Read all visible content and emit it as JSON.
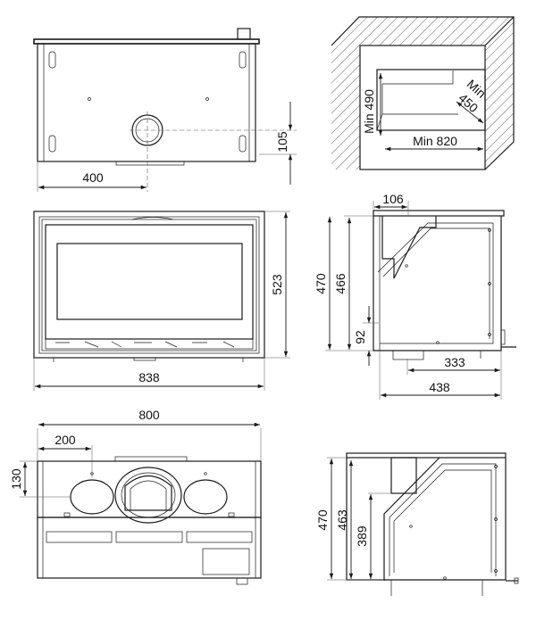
{
  "dimensions": {
    "top_width": "400",
    "top_depth": "105",
    "front_height": "523",
    "front_width": "838",
    "side_depth_top": "106",
    "side_height_outer": "470",
    "side_height_inner": "466",
    "side_base": "92",
    "side_depth_inner": "333",
    "side_depth_total": "438",
    "bottom_width": "800",
    "bottom_offset": "200",
    "bottom_height": "130",
    "side2_height_outer": "470",
    "side2_height_mid": "463",
    "side2_height_inner": "389"
  },
  "niche": {
    "height": "Min 490",
    "width": "Min 820",
    "depth_label": "Min",
    "depth_value": "450"
  }
}
